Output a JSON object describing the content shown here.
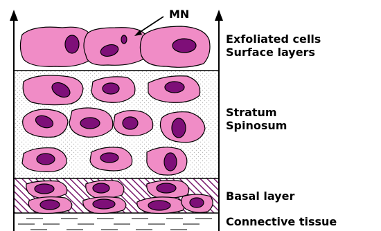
{
  "labels": {
    "mn": "MN",
    "surface": [
      "Exfoliated cells",
      "Surface layers"
    ],
    "spinosum": [
      "Stratum",
      "Spinosum"
    ],
    "basal": "Basal layer",
    "connective": "Connective tissue"
  },
  "icons": {
    "arrow_up": "arrow-up-icon",
    "pointer_arrow": "pointer-arrow-icon"
  },
  "colors": {
    "cell_fill": "#f08cc6",
    "nucleus_fill": "#7e0f78",
    "outline": "#000000",
    "stipple": "#b9b9b9",
    "hatch": "#7a1a6d"
  }
}
